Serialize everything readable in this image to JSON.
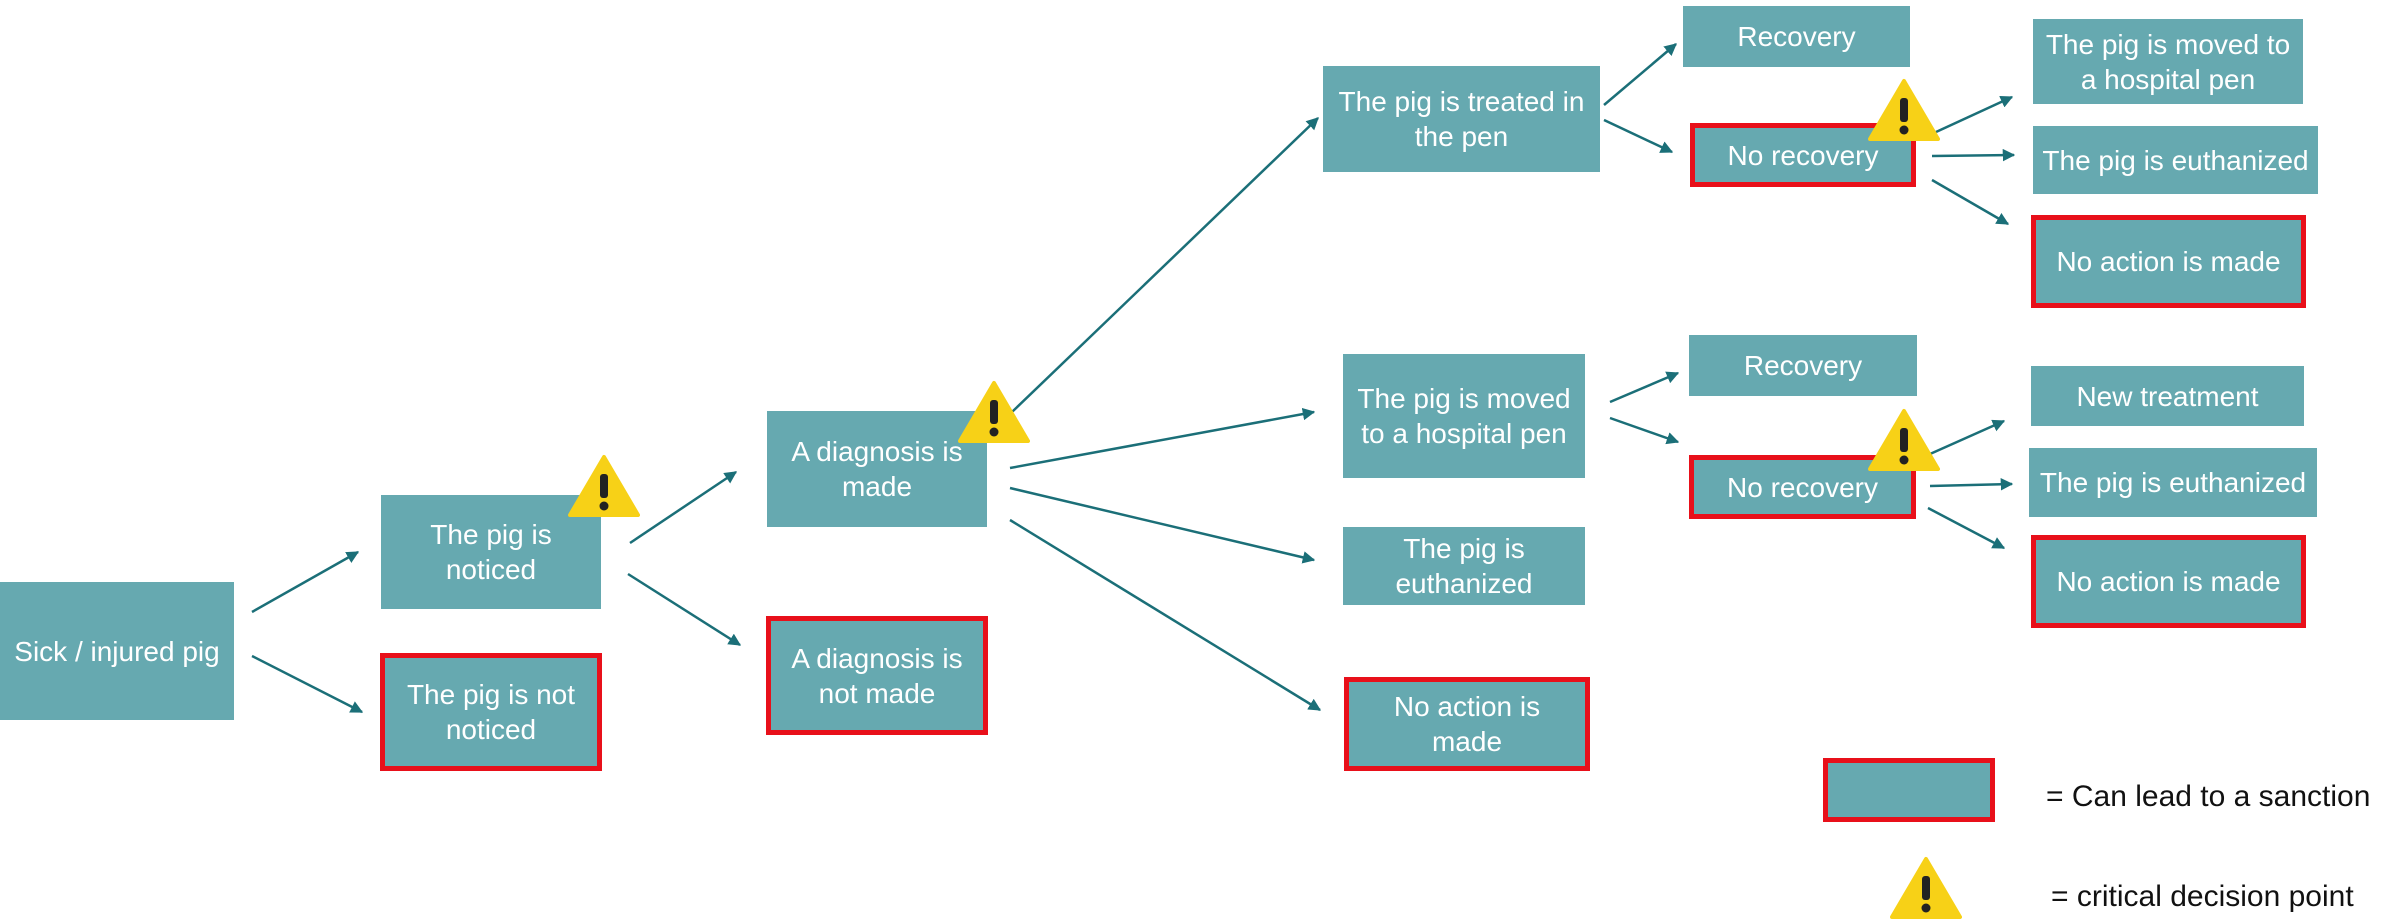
{
  "colors": {
    "box_fill": "#66a9b0",
    "box_text": "#ffffff",
    "arrow": "#1b6f78",
    "sanction_border": "#e8101a",
    "warning_fill": "#f7d117"
  },
  "nodes": {
    "sick_pig": "Sick / injured pig",
    "noticed": "The pig is noticed",
    "not_noticed": "The pig is not noticed",
    "diagnosis": "A diagnosis is made",
    "no_diagnosis": "A diagnosis is not made",
    "treated": "The pig is treated in the pen",
    "moved_hospital": "The pig is moved to a hospital pen",
    "euthanized_mid": "The pig is euthanized",
    "no_action_mid": "No action is made",
    "recovery_top": "Recovery",
    "no_recovery_top": "No recovery",
    "recovery_mid": "Recovery",
    "no_recovery_mid": "No recovery",
    "moved_hospital_top": "The pig is moved to a hospital pen",
    "euthanized_top": "The pig is euthanized",
    "no_action_top": "No action is made",
    "new_treatment": "New treatment",
    "euthanized_right": "The pig is euthanized",
    "no_action_right": "No action is made"
  },
  "legend": {
    "sanction_text": "=  Can lead to a sanction",
    "critical_text": "= critical decision point"
  }
}
